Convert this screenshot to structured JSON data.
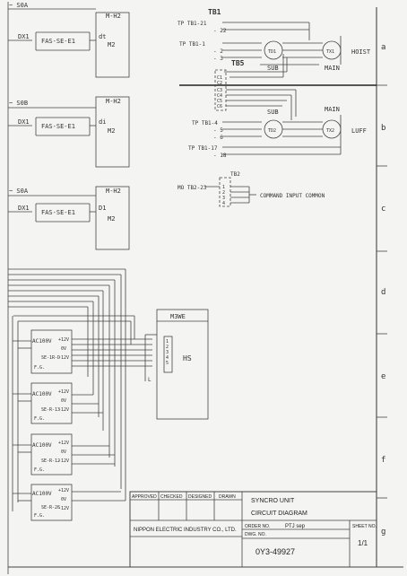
{
  "zones": [
    "a",
    "b",
    "c",
    "d",
    "e",
    "f",
    "g"
  ],
  "top_modules": [
    {
      "id": "1",
      "left_tag": "~ S0A",
      "input": "DX1",
      "label": "FAS-SE-E1",
      "out": "dt",
      "box_title": "M-H2",
      "box_text": "M2"
    },
    {
      "id": "2",
      "left_tag": "~ S0B",
      "input": "DX1",
      "label": "FAS-SE-E1",
      "out": "di",
      "box_title": "M-H2",
      "box_text": "M2"
    },
    {
      "id": "3",
      "left_tag": "~ S0A",
      "input": "DX1",
      "label": "FAS-SE-E1",
      "out": "D1",
      "box_title": "M-H2",
      "box_text": "M2"
    }
  ],
  "hoist": {
    "tb_title": "TB1",
    "terminals": [
      "TP TB1-21",
      "- 22",
      "TP TB1-1",
      "- 2",
      "- 3"
    ],
    "sub_label": "SUB",
    "main_label": "MAIN",
    "sub_symbol": "TD1",
    "main_symbol": "TX1",
    "tag": "HOIST",
    "zone": "a"
  },
  "tb5": {
    "title": "TB5",
    "pins": [
      "C1",
      "C2",
      "C3",
      "C4",
      "C5",
      "C6"
    ]
  },
  "luff": {
    "terminals": [
      "TP TB1-4",
      "- 5",
      "- 6",
      "TP TB1-17",
      "- 18"
    ],
    "sub_label": "SUB",
    "main_label": "MAIN",
    "sub_symbol": "TD2",
    "main_symbol": "TX2",
    "tag": "LUFF",
    "zone": "b"
  },
  "command": {
    "tb_title": "TB2",
    "terminal": "MO TB2-23",
    "pins": [
      "1",
      "2",
      "3",
      "4"
    ],
    "label": "COMMAND INPUT COMMON"
  },
  "receiver": {
    "title": "M3WE",
    "inner": "HS",
    "pins": [
      "1",
      "2",
      "3",
      "4",
      "5",
      "L"
    ]
  },
  "power_modules": [
    {
      "ac": "AC100V",
      "code": "SE-1R-D",
      "fe": "F.G.",
      "p1": "+12V",
      "p2": "0V",
      "p3": "-12V"
    },
    {
      "ac": "AC100V",
      "code": "SE-R-13",
      "fe": "F.G.",
      "p1": "+12V",
      "p2": "0V",
      "p3": "-12V"
    },
    {
      "ac": "AC100V",
      "code": "SE-R-12",
      "fe": "F.G.",
      "p1": "+12V",
      "p2": "0V",
      "p3": "-12V"
    },
    {
      "ac": "AC100V",
      "code": "SE-R-26",
      "fe": "F.G.",
      "p1": "+12V",
      "p2": "0V",
      "p3": "-12V"
    }
  ],
  "title_block": {
    "headers": [
      "APPROVED",
      "CHECKED",
      "DESIGNED",
      "DRAWN"
    ],
    "company": "NIPPON ELECTRIC INDUSTRY CO., LTD.",
    "title1": "SYNCRO UNIT",
    "title2": "CIRCUIT DIAGRAM",
    "order_label": "ORDER NO.",
    "order_value": "PTJ sep",
    "dwg_label": "DWG. NO.",
    "dwg_value": "0Y3-49927",
    "sheet_label": "SHEET NO.",
    "sheet_value": "1/1"
  }
}
